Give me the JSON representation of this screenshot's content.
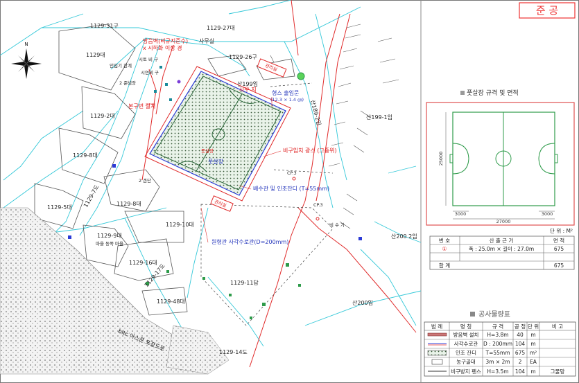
{
  "stamp": {
    "label": "준 공"
  },
  "parcels": {
    "p1": "1129-31구",
    "p2": "1129-27대",
    "p3": "1129대",
    "p4": "1129-26구",
    "p5": "산199임",
    "p6": "산189-2임",
    "p7": "산199-1임",
    "p8": "1129-2대",
    "p9": "1129-8대",
    "p10": "1129-5대",
    "p11": "1129-7도",
    "p12": "1129-8대",
    "p13": "1129-9대",
    "p14": "1129-10대",
    "p15": "1129-16대",
    "p16": "1129-17도",
    "p17": "1129-48대",
    "p18": "1129-11답",
    "p19": "산200 2임",
    "p20": "산200임",
    "p21": "1129-14도"
  },
  "annotations": {
    "a1": "방음벽(비규지준수)",
    "a2": "x 시하화 이장 경",
    "a3": "사무실",
    "a4": "시토 비 구",
    "a5": "인입기 관계",
    "a6": "시연비 구",
    "a7": "2 준념장",
    "a8": "본구번 설치",
    "a9": "사우 지",
    "a10": "형스 출입문",
    "a11": "(12.3 × 1.4 ㎝)",
    "a12": "비구입치 광스 (그중위)",
    "a13": "풋살장",
    "a14": "배수관 및 인조잔디 (T=55mm)",
    "a15": "원형관 사각수로관(D=200mm)",
    "a16": "2 존단",
    "a17": "CP.3",
    "a18": "CP.3",
    "a19": "비 수 가",
    "a20": "마을 동쪽 마을",
    "a21": "bitc 아스콘 포장도로",
    "a22": "풋살장",
    "a23": "관리실"
  },
  "spec": {
    "title": "풋살장 규격 및 면적",
    "dim_w": "27000",
    "dim_h": "25000",
    "dim_l1": "3000",
    "dim_l2": "3000"
  },
  "area_table": {
    "unit": "단 위 : M²",
    "headers": [
      "번 호",
      "산 출 근 거",
      "면 적"
    ],
    "row1": {
      "no": "①",
      "basis": "폭 : 25.0m × 길이 : 27.0m",
      "area": "675"
    },
    "total": {
      "label": "합 계",
      "area": "675"
    }
  },
  "legend": {
    "title": "공사물량표",
    "headers": [
      "범 례",
      "명 칭",
      "규 격",
      "공 정",
      "단 위",
      "비 고"
    ],
    "rows": [
      {
        "name": "방음벽 설치",
        "spec": "H=3.8m",
        "qty": "40",
        "unit": "m",
        "note": ""
      },
      {
        "name": "사각수로관",
        "spec": "D : 200mm",
        "qty": "104",
        "unit": "m",
        "note": ""
      },
      {
        "name": "인조 잔디",
        "spec": "T=55mm",
        "qty": "675",
        "unit": "m²",
        "note": ""
      },
      {
        "name": "농구골대",
        "spec": "3m × 2m",
        "qty": "2",
        "unit": "EA",
        "note": ""
      },
      {
        "name": "비구방지 펜스",
        "spec": "H=3.5m",
        "qty": "104",
        "unit": "m",
        "note": "그물망"
      }
    ]
  },
  "colors": {
    "cyan": "#33c8d8",
    "red": "#e02a2a",
    "blue": "#2c3bd6",
    "green": "#2e9b4a",
    "grid": "#999999",
    "road": "#d9d9d9"
  }
}
